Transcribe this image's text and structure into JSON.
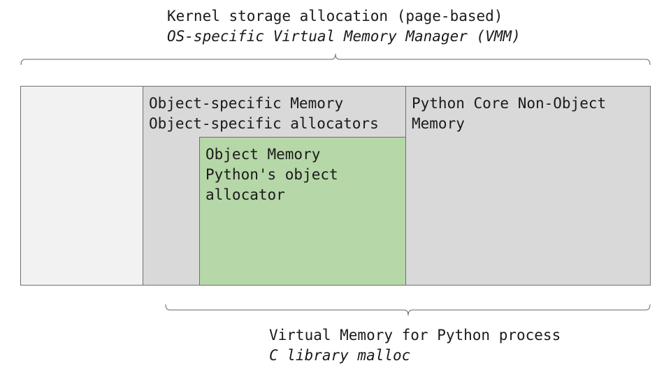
{
  "top_label": {
    "title": "Kernel storage allocation (page-based)",
    "subtitle": "OS-specific Virtual Memory Manager (VMM)"
  },
  "bottom_label": {
    "title": "Virtual Memory for Python process",
    "subtitle": "C library malloc"
  },
  "regions": {
    "object_specific": {
      "title": "Object-specific Memory",
      "subtitle": "Object-specific allocators"
    },
    "object_memory": {
      "title": "Object Memory",
      "subtitle_line1": "Python's object",
      "subtitle_line2": "allocator"
    },
    "core_non_object": {
      "title_line1": "Python Core Non-Object",
      "title_line2": "Memory"
    }
  },
  "colors": {
    "outer_region": "#f2f2f2",
    "gray_region": "#d9d9d9",
    "object_memory": "#b6d7a8",
    "border": "#6f6f6f",
    "brace": "#666666"
  }
}
